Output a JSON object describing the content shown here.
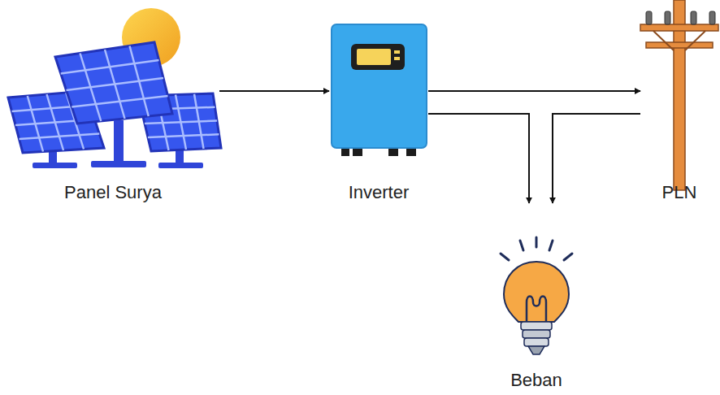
{
  "diagram": {
    "nodes": [
      {
        "text": [
          "Panel Surya"
        ]
      },
      {
        "text": [
          "Inverter"
        ]
      },
      {
        "text": [
          "PLN"
        ]
      },
      {
        "text": [
          "Beban"
        ]
      }
    ],
    "edges": [
      {
        "from": 0,
        "to": 1,
        "arrow": "to"
      },
      {
        "from": 1,
        "to": 2,
        "arrow": "to"
      },
      {
        "from": 1,
        "to": 3,
        "arrow": "to"
      },
      {
        "from": 2,
        "to": 3,
        "arrow": "to"
      }
    ]
  }
}
